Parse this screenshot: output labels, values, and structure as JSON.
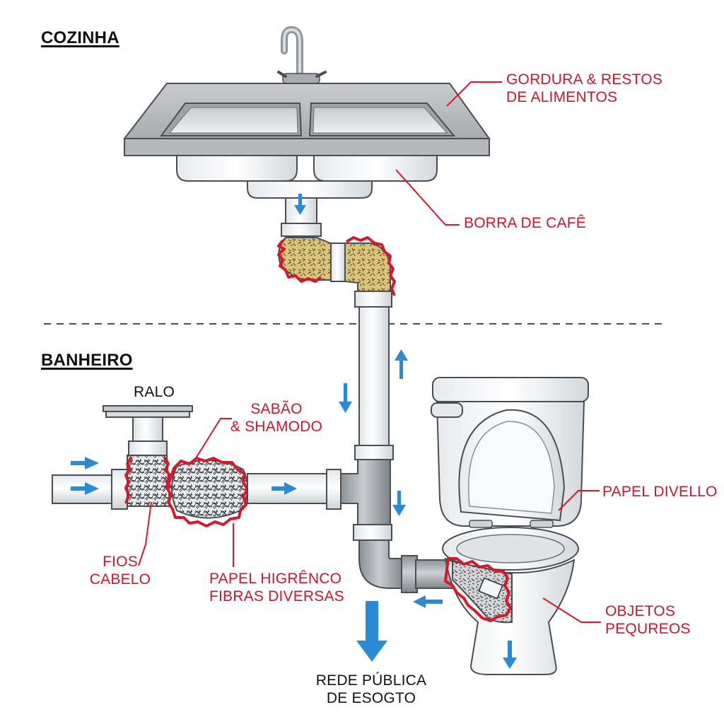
{
  "sections": {
    "kitchen": "COZINHA",
    "bathroom": "BANHEIRO"
  },
  "labels": {
    "grease": [
      "GORDURA & RESTOS",
      "DE ALIMENTOS"
    ],
    "coffee": "BORRA DE CAFÊ",
    "drain": "RALO",
    "soap": [
      "SABÃO",
      "& SHAMODO"
    ],
    "hair": [
      "FIOS",
      "CABELO"
    ],
    "paper_fibers": [
      "PAPEL HIGRÊNCO",
      "FIBRAS DIVERSAS"
    ],
    "toilet_paper": "PAPEL DIVELLO",
    "objects": [
      "OBJETOS",
      "PEQUREOS"
    ],
    "sewer": [
      "REDE PÚBLICA",
      "DE ESOGTO"
    ]
  },
  "colors": {
    "warning_red": "#d6182b",
    "flow_blue": "#2a8ad4",
    "pipe_white": "#f2f4f6",
    "pipe_gray": "#9ea3a8",
    "outline": "#4a4e52",
    "grease_fill": "#d8c27a"
  }
}
